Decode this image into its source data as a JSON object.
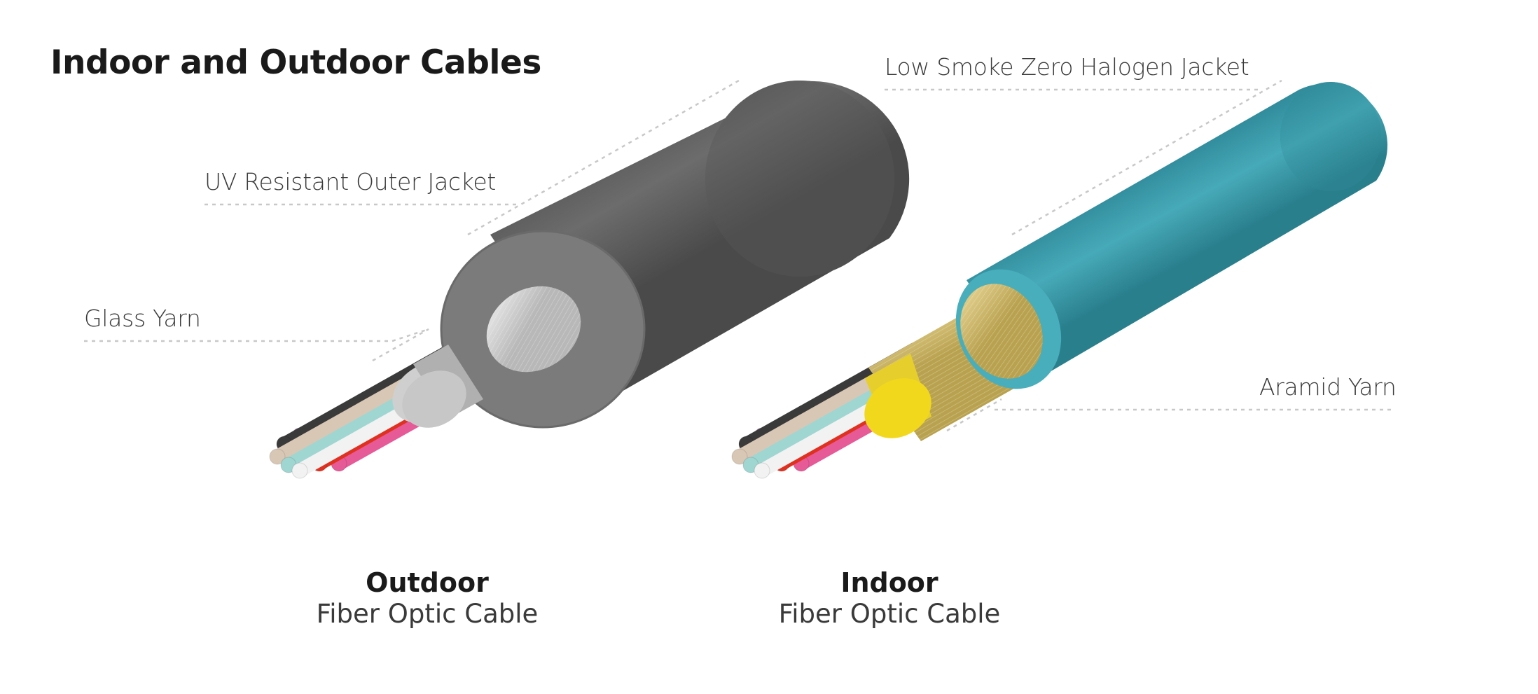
{
  "title": "Indoor and Outdoor Cables",
  "labels": {
    "uv_jacket": "UV Resistant Outer Jacket",
    "glass_yarn": "Glass Yarn",
    "lszh_jacket": "Low Smoke Zero Halogen Jacket",
    "aramid_yarn": "Aramid Yarn"
  },
  "captions": {
    "outdoor": {
      "type": "Outdoor",
      "desc": "Fiber Optic Cable"
    },
    "indoor": {
      "type": "Indoor",
      "desc": "Fiber Optic Cable"
    }
  },
  "colors": {
    "outdoor_jacket": "#5b5b5b",
    "glass_yarn": "#d9d9d9",
    "indoor_jacket": "#3a9aa8",
    "aramid_yarn": "#cdb86a",
    "leader_line": "#c8c8c8"
  },
  "fiber_colors": [
    "#b06fb5",
    "#ec8740",
    "#3c6f9a",
    "#f0dc1a",
    "#e55a97",
    "#3a3a3a",
    "#8ec25a",
    "#a07a52",
    "#e0301f",
    "#d9c7b5",
    "#9fd6d1",
    "#f2f2f2"
  ]
}
